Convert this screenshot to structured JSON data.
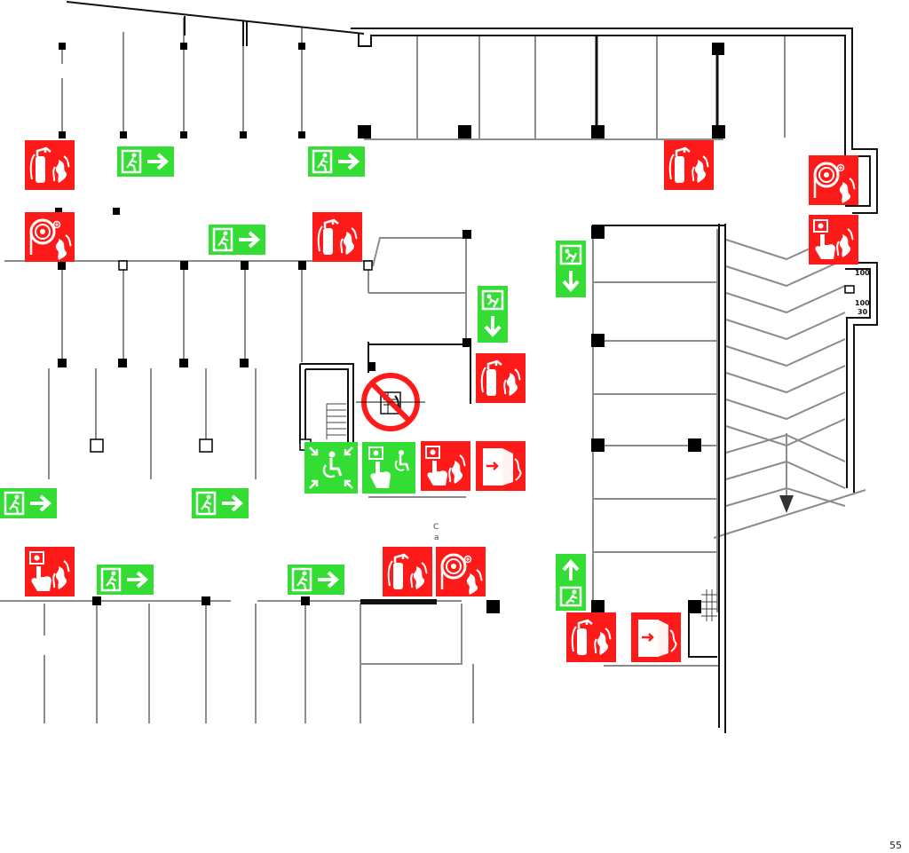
{
  "page": {
    "number": "55"
  },
  "labels": {
    "room_code_top": "C",
    "room_code_bottom": "a",
    "ramp_value_1": "100",
    "ramp_value_2": "100",
    "ramp_value_3": "30"
  },
  "colors": {
    "fire_red": "#ff1a1a",
    "exit_green": "#33dd33",
    "wall_dark": "#111111",
    "wall_grey": "#8c8c8c"
  },
  "legend_icons": {
    "fire_extinguisher": "fire-extinguisher-icon",
    "fire_hose": "fire-hose-reel-icon",
    "fire_alarm": "fire-alarm-call-point-icon",
    "fire_door": "fire-door-icon",
    "exit_right": "emergency-exit-right-icon",
    "exit_down": "emergency-exit-down-icon",
    "exit_up": "emergency-exit-up-icon",
    "assembly_disabled": "disabled-refuge-icon",
    "call_disabled": "disabled-call-point-icon",
    "no_smoking": "no-fire-prohibition-icon"
  }
}
